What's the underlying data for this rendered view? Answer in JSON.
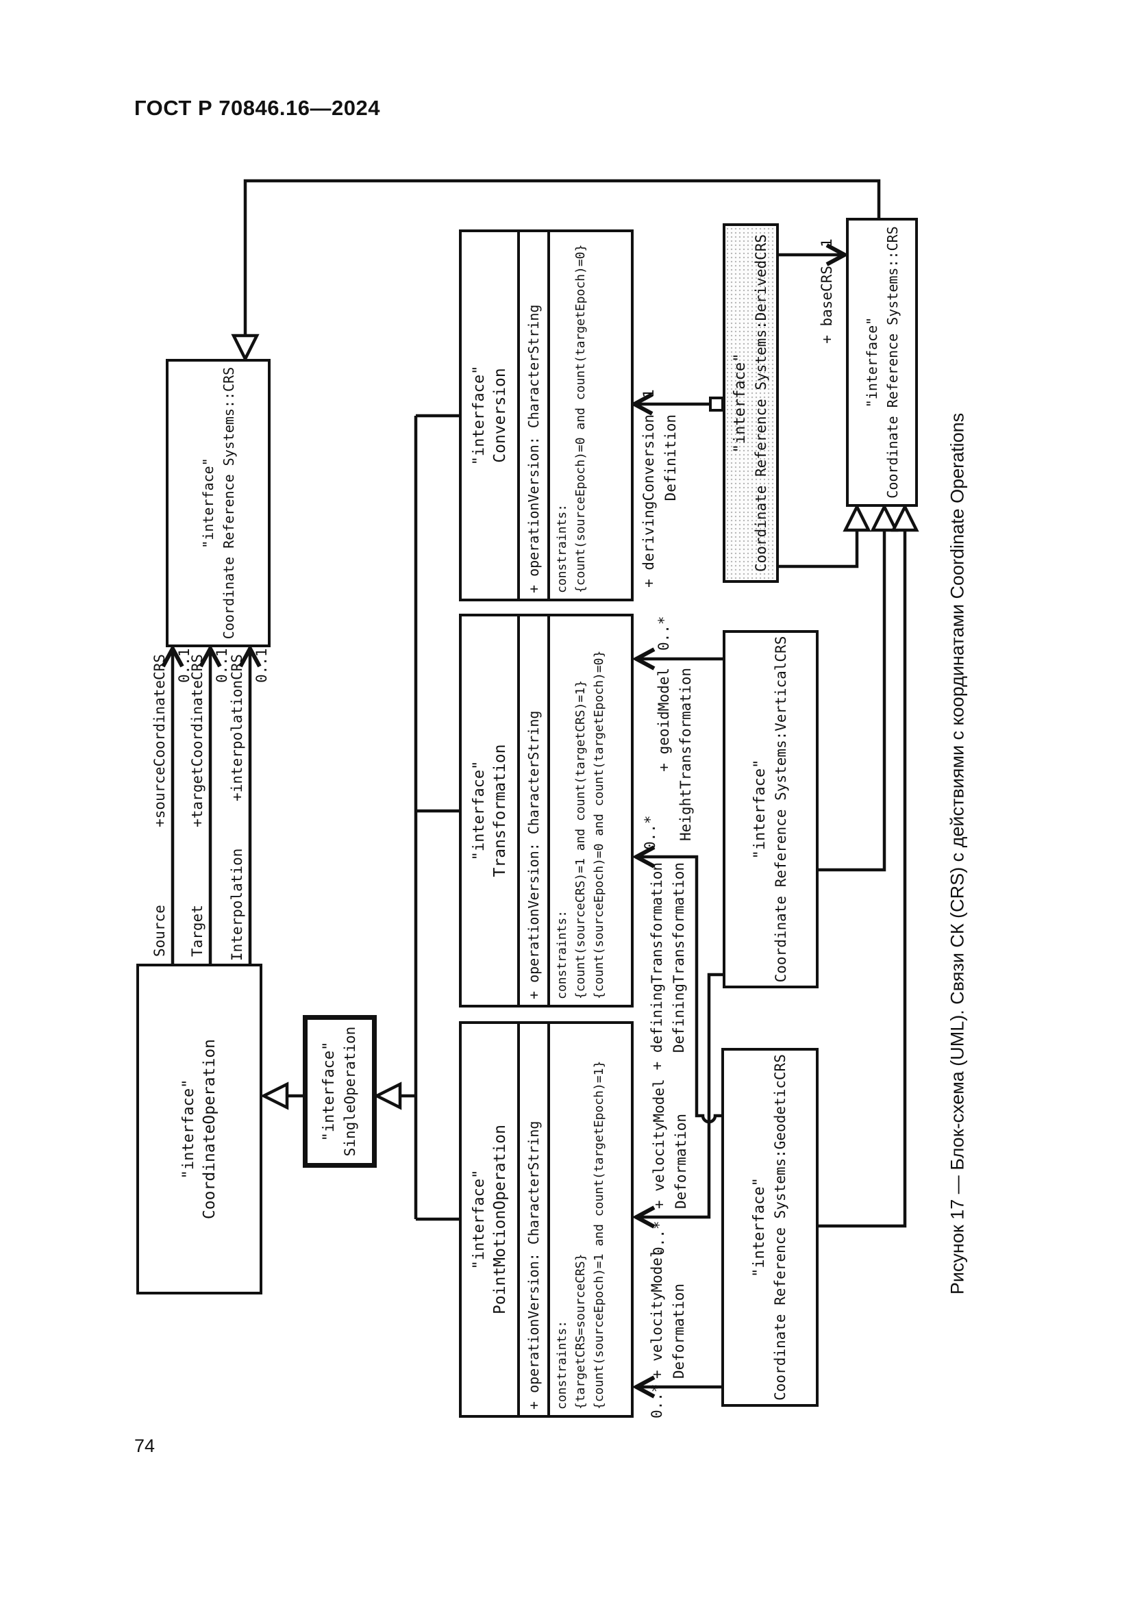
{
  "header": {
    "title": "ГОСТ Р 70846.16—2024"
  },
  "footer": {
    "page_number": "74"
  },
  "caption": {
    "text": "Рисунок 17 — Блок-схема (UML). Связи СК (CRS) с действиями с координатами Coordinate Operations"
  },
  "stereotype": "\"interface\"",
  "classes": {
    "coordinate_operation": {
      "name": "CoordinateOperation"
    },
    "crs_top": {
      "name": "Coordinate Reference Systems::CRS"
    },
    "single_operation": {
      "name": "SingleOperation"
    },
    "point_motion_operation": {
      "name": "PointMotionOperation",
      "attr": "+ operationVersion: CharacterString",
      "constraints": [
        "constraints:",
        "{targetCRS=sourceCRS}",
        "{count(sourceEpoch)=1 and count(targetEpoch)=1}"
      ]
    },
    "transformation": {
      "name": "Transformation",
      "attr": "+ operationVersion: CharacterString",
      "constraints": [
        "constraints:",
        "{count(sourceCRS)=1 and count(targetCRS)=1}",
        "{count(sourceEpoch)=0 and count(targetEpoch)=0}"
      ]
    },
    "conversion": {
      "name": "Conversion",
      "attr": "+ operationVersion: CharacterString",
      "constraints": [
        "constraints:",
        "{count(sourceEpoch)=0 and count(targetEpoch)=0}"
      ]
    },
    "geodetic_crs": {
      "name": "Coordinate Reference Systems:GeodeticCRS"
    },
    "vertical_crs": {
      "name": "Coordinate Reference Systems:VerticalCRS"
    },
    "derived_crs": {
      "name": "Coordinate Reference Systems:DerivedCRS"
    },
    "crs_right": {
      "name": "Coordinate Reference Systems::CRS"
    }
  },
  "associations": {
    "source": {
      "name": "Source",
      "role": "+sourceCoordinateCRS",
      "mult": "0..1"
    },
    "target": {
      "name": "Target",
      "role": "+targetCoordinateCRS",
      "mult": "0..1"
    },
    "interpolation": {
      "name": "Interpolation",
      "role": "+interpolationCRS",
      "mult": "0..1"
    },
    "definition": {
      "role": "+ derivingConversion",
      "name": "Definition",
      "mult": "1"
    },
    "height_transformation": {
      "role": "+ geoidModel",
      "name": "HeightTransformation",
      "mult": "0..*"
    },
    "defining_transformation": {
      "role": "+ definingTransformation",
      "name": "DefiningTransformation",
      "mult": "0..*"
    },
    "deformation_vertical": {
      "role": "+ velocityModel",
      "name": "Deformation",
      "mult": "0..*"
    },
    "deformation_geodetic": {
      "role": "+ velocityModel",
      "name": "Deformation",
      "mult": "0..*"
    },
    "base_crs": {
      "role": "+ baseCRS",
      "mult": "1"
    }
  }
}
